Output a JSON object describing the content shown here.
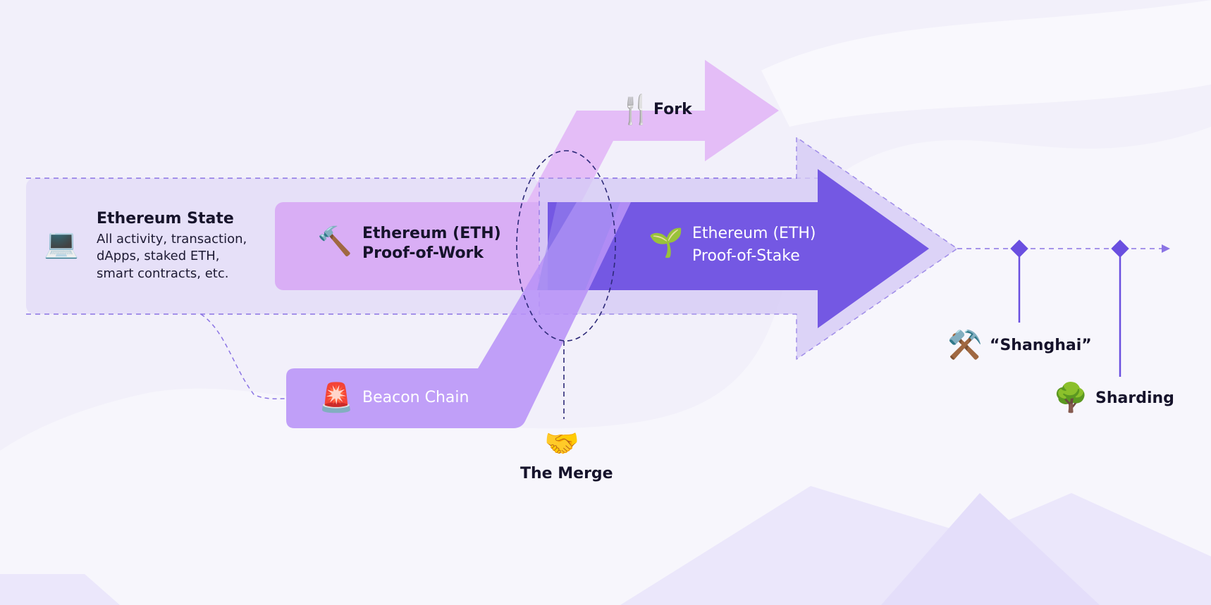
{
  "state": {
    "title": "Ethereum State",
    "desc": "All activity, transaction, dApps, staked ETH, smart contracts, etc.",
    "icon": "laptop-icon"
  },
  "pow": {
    "line1": "Ethereum (ETH)",
    "line2": "Proof-of-Work",
    "icon": "hammer-icon"
  },
  "pos": {
    "line1": "Ethereum (ETH)",
    "line2": "Proof-of-Stake",
    "icon": "seedling-icon"
  },
  "fork": {
    "label": "Fork",
    "icon": "fork-knife-icon"
  },
  "beacon": {
    "label": "Beacon Chain",
    "icon": "siren-icon"
  },
  "merge": {
    "label": "The Merge",
    "icon": "handshake-icon"
  },
  "shanghai": {
    "label": "“Shanghai”",
    "icon": "hammer-pick-icon"
  },
  "sharding": {
    "label": "Sharding",
    "icon": "tree-icon"
  },
  "colors": {
    "fork_arrow": "#e4bdf7",
    "pow_band": "#d9aef5",
    "beacon_band": "#b893f7",
    "pos_arrow": "#7458e3",
    "pos_halo": "#d6cbf6",
    "state_panel": "#e6e0f8",
    "dashed_line": "#8b74e4",
    "milestone": "#6a4fe0"
  }
}
